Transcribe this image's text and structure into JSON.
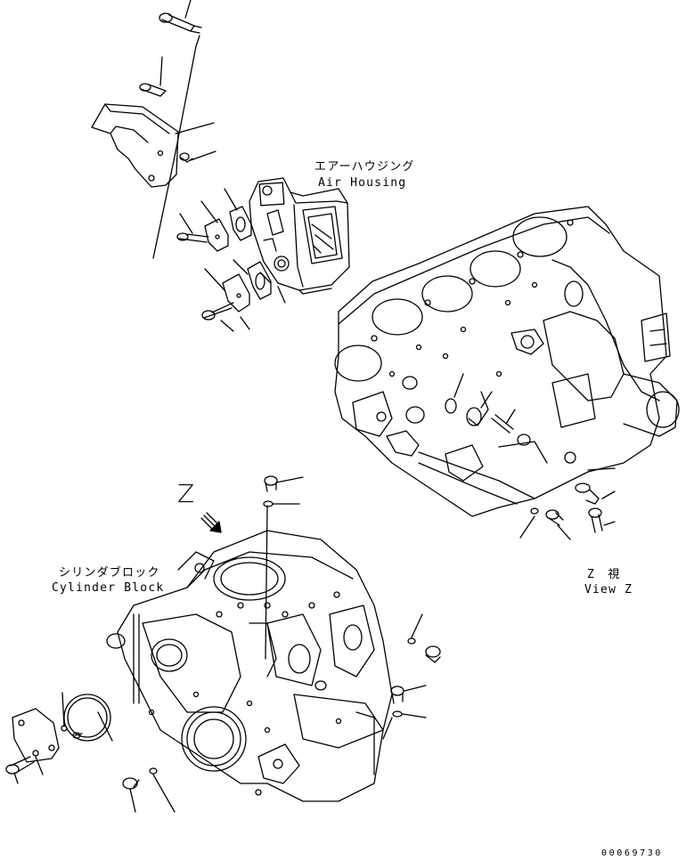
{
  "labels": {
    "air_housing_jp": "エアーハウジング",
    "air_housing_en": "Air Housing",
    "cylinder_block_jp": "シリンダブロック",
    "cylinder_block_en": "Cylinder Block",
    "view_z_jp": "Z　視",
    "view_z_en": "View Z",
    "z_marker": "Z",
    "drawing_code": "00069730"
  },
  "colors": {
    "line": "#000000",
    "background": "#ffffff"
  }
}
